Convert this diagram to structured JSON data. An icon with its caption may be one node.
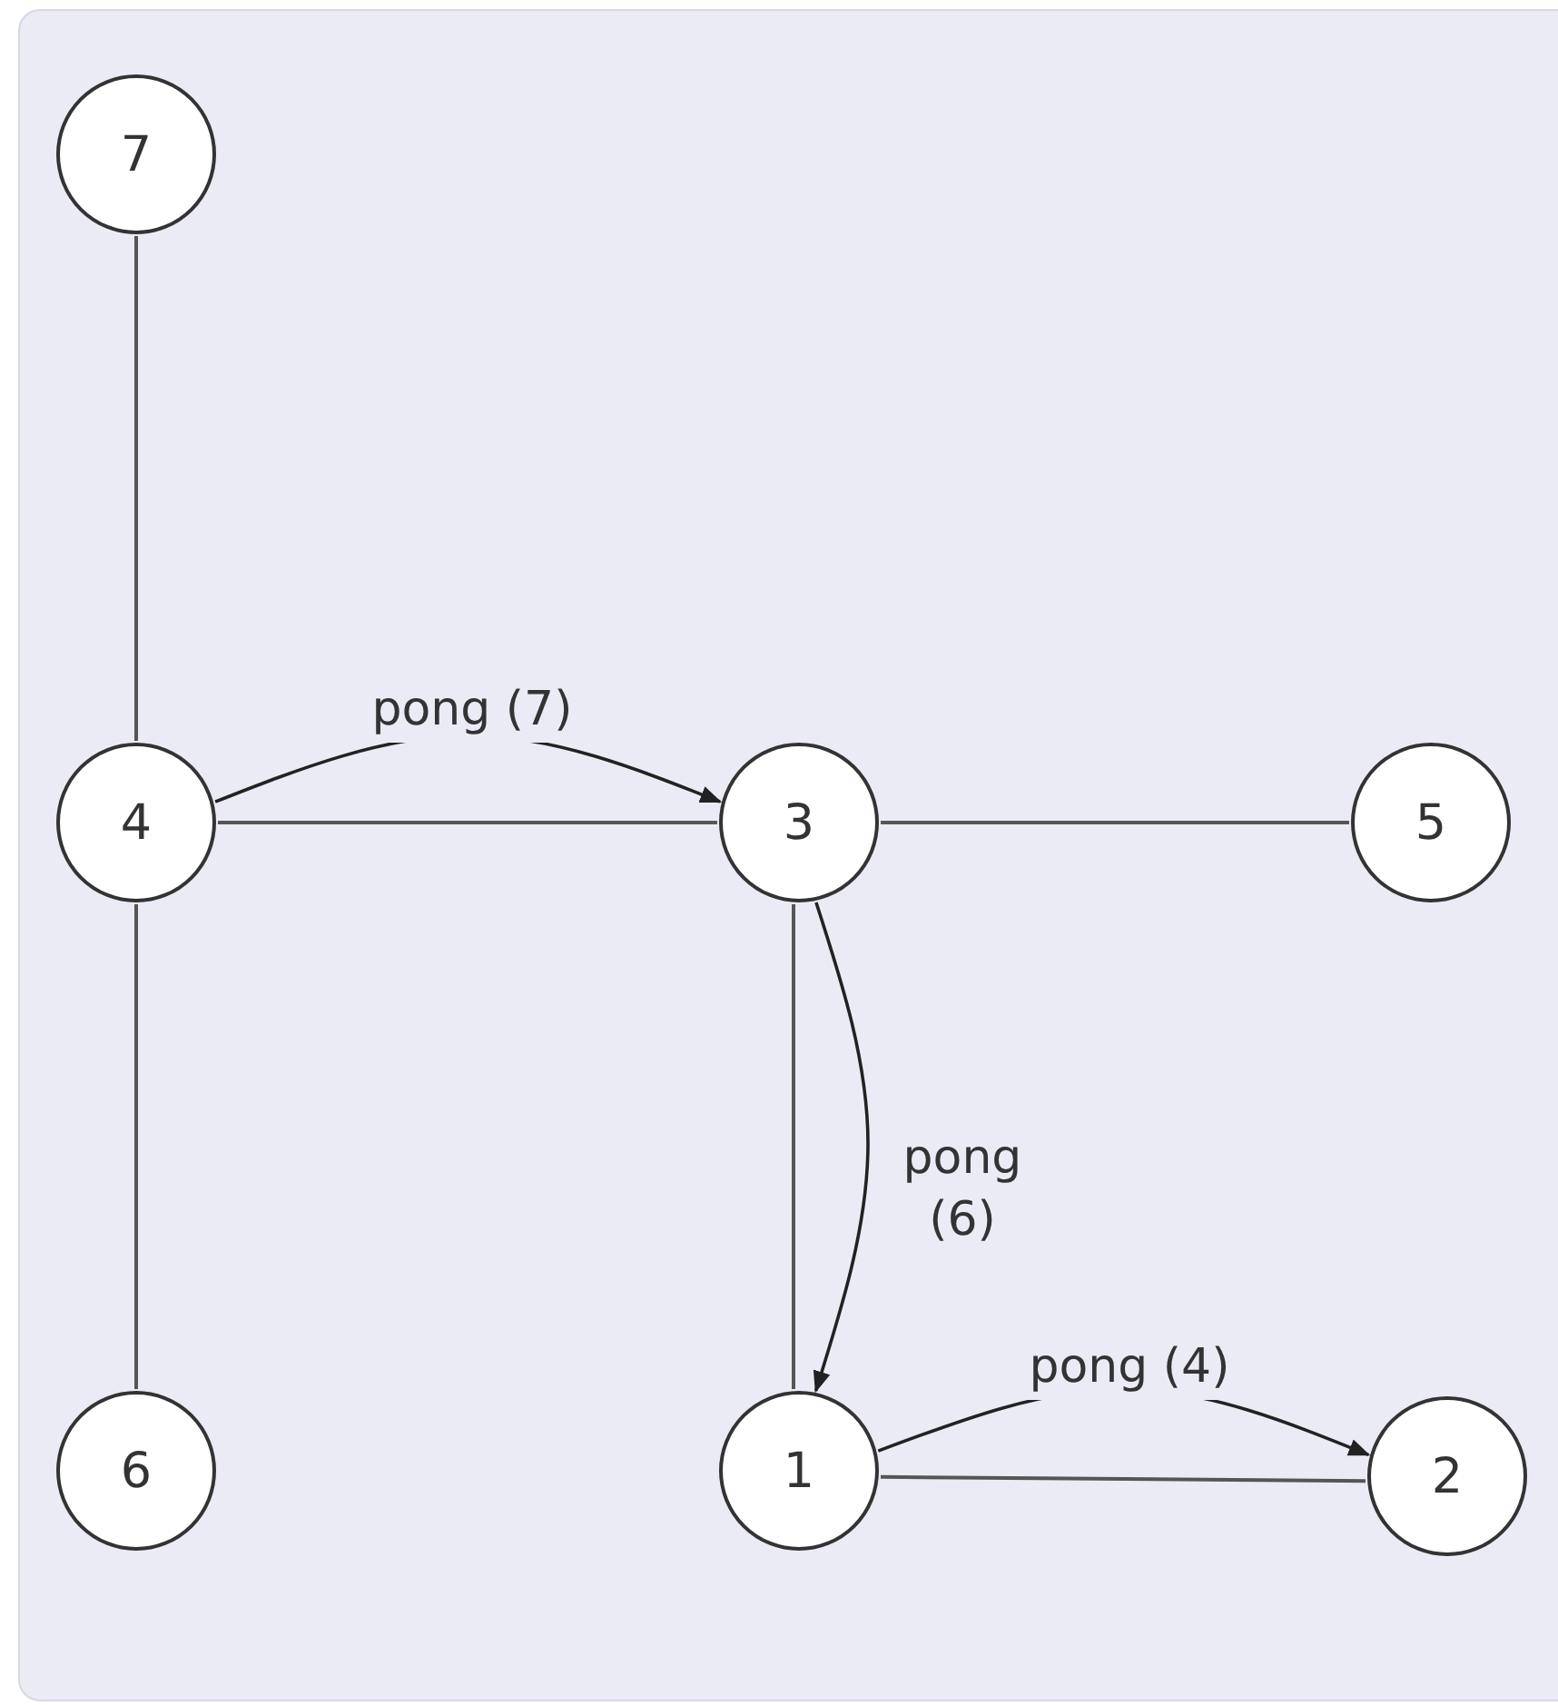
{
  "diagram": {
    "nodes": [
      {
        "text": [
          "7"
        ]
      },
      {
        "text": [
          "4"
        ]
      },
      {
        "text": [
          "3"
        ]
      },
      {
        "text": [
          "5"
        ]
      },
      {
        "text": [
          "6"
        ]
      },
      {
        "text": [
          "1"
        ]
      },
      {
        "text": [
          "2"
        ]
      }
    ],
    "edges": [
      {
        "from": 0,
        "to": 1,
        "arrow": "none"
      },
      {
        "from": 1,
        "to": 2,
        "arrow": "none"
      },
      {
        "from": 2,
        "to": 3,
        "arrow": "none"
      },
      {
        "from": 1,
        "to": 4,
        "arrow": "none"
      },
      {
        "from": 2,
        "to": 5,
        "arrow": "none"
      },
      {
        "from": 5,
        "to": 6,
        "arrow": "none"
      },
      {
        "from": 1,
        "to": 2,
        "arrow": "to",
        "label": "pong (7)"
      },
      {
        "from": 2,
        "to": 5,
        "arrow": "to",
        "label": "pong (6)"
      },
      {
        "from": 5,
        "to": 6,
        "arrow": "to",
        "label": "pong (4)"
      }
    ]
  }
}
